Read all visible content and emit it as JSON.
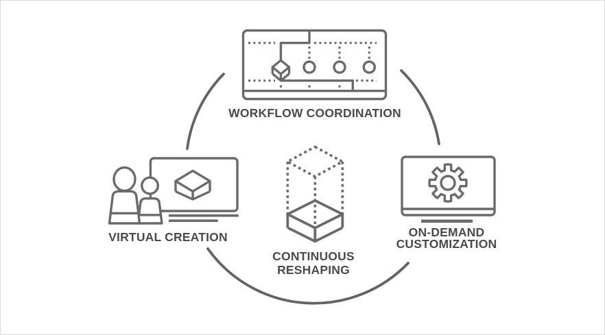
{
  "page": {
    "background": "#ffffff",
    "border_color": "#d8d8d8"
  },
  "palette": {
    "icon_stroke": "#6a6a6a",
    "arc_stroke": "#636363",
    "label_color": "#4a4a4a"
  },
  "diagram": {
    "type": "cycle",
    "nodes": [
      {
        "id": "workflow-coordination",
        "position": "top",
        "icon": "workflow-board-icon",
        "label": "WORKFLOW COORDINATION"
      },
      {
        "id": "virtual-creation",
        "position": "left",
        "icon": "people-screen-cube-icon",
        "label": "VIRTUAL CREATION"
      },
      {
        "id": "on-demand-customization",
        "position": "right",
        "icon": "laptop-gear-icon",
        "label_line1": "ON-DEMAND",
        "label_line2": "CUSTOMIZATION"
      },
      {
        "id": "continuous-reshaping",
        "position": "center",
        "icon": "dashed-prism-cube-icon",
        "label_line1": "CONTINUOUS",
        "label_line2": "RESHAPING"
      }
    ],
    "connectors": [
      {
        "id": "arc-top-left",
        "from": "virtual-creation",
        "to": "workflow-coordination"
      },
      {
        "id": "arc-top-right",
        "from": "workflow-coordination",
        "to": "on-demand-customization"
      },
      {
        "id": "arc-bottom",
        "from": "on-demand-customization",
        "to": "virtual-creation"
      }
    ]
  }
}
